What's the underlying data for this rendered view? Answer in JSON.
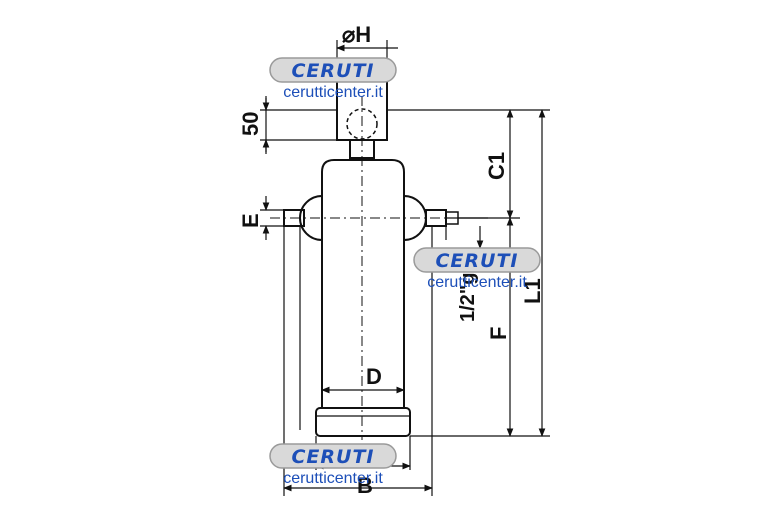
{
  "dimensions": {
    "phi_h": "⌀H",
    "fifty": "50",
    "c1": "C1",
    "e": "E",
    "half_gas": "1/2\"gas",
    "l1": "L1",
    "f": "F",
    "d": "D",
    "b": "B"
  },
  "watermarks": [
    {
      "brand": "CERUTI",
      "url": "cerutticenter.it"
    },
    {
      "brand": "CERUTI",
      "url": "cerutticenter.it"
    },
    {
      "brand": "CERUTI",
      "url": "cerutticenter.it"
    }
  ],
  "colors": {
    "line": "#111111",
    "brand": "#1d4fb8",
    "badge": "#d9d9d9"
  }
}
